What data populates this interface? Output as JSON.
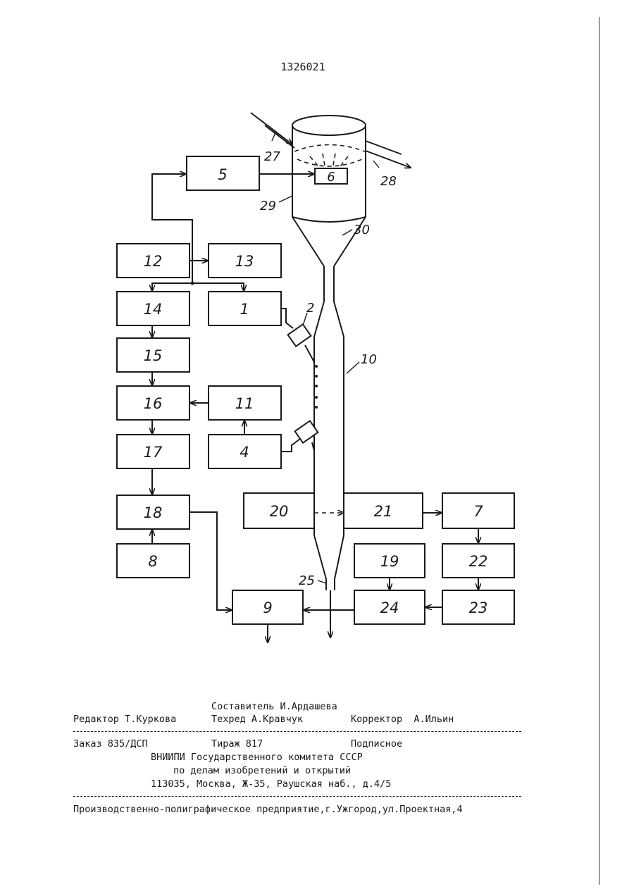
{
  "patent_number": "1326021",
  "diagram": {
    "blocks": [
      {
        "id": "b5",
        "label": "5"
      },
      {
        "id": "b6",
        "label": "6"
      },
      {
        "id": "b12",
        "label": "12"
      },
      {
        "id": "b13",
        "label": "13"
      },
      {
        "id": "b14",
        "label": "14"
      },
      {
        "id": "b1",
        "label": "1"
      },
      {
        "id": "b15",
        "label": "15"
      },
      {
        "id": "b16",
        "label": "16"
      },
      {
        "id": "b11",
        "label": "11"
      },
      {
        "id": "b17",
        "label": "17"
      },
      {
        "id": "b4",
        "label": "4"
      },
      {
        "id": "b18",
        "label": "18"
      },
      {
        "id": "b8",
        "label": "8"
      },
      {
        "id": "b20",
        "label": "20"
      },
      {
        "id": "b21",
        "label": "21"
      },
      {
        "id": "b7",
        "label": "7"
      },
      {
        "id": "b19",
        "label": "19"
      },
      {
        "id": "b22",
        "label": "22"
      },
      {
        "id": "b9",
        "label": "9"
      },
      {
        "id": "b24",
        "label": "24"
      },
      {
        "id": "b23",
        "label": "23"
      }
    ],
    "refs": {
      "r2": "2",
      "r10": "10",
      "r25": "25",
      "r27": "27",
      "r28": "28",
      "r29": "29",
      "r30": "30"
    }
  },
  "imprint": {
    "compiler": "Составитель И.Ардашева",
    "editor": "Редактор Т.Куркова",
    "techred": "Техред А.Кравчук",
    "corrector": "Корректор  А.Ильин",
    "order": "Заказ 835/ДСП",
    "circulation": "Тираж 817",
    "subscription": "Подписное",
    "org_line1": "ВНИИПИ Государственного комитета СССР",
    "org_line2": "по делам изобретений и открытий",
    "address": "113035, Москва, Ж-35, Раушская наб., д.4/5",
    "printer": "Производственно-полиграфическое предприятие,г.Ужгород,ул.Проектная,4"
  }
}
